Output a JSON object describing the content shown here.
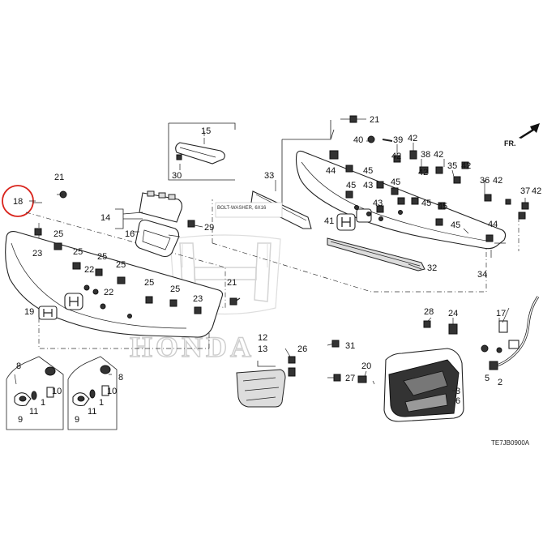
{
  "diagram": {
    "diagram_code": "TE7JB0900A",
    "direction_label": "FR.",
    "watermark": "HONDA",
    "callout_tag": "BOLT-WASHER, 6X16",
    "highlight_color": "#d9241c",
    "labels": {
      "l18": "18",
      "l21a": "21",
      "l25a": "25",
      "l23a": "23",
      "l25b": "25",
      "l25c": "25",
      "l25d": "25",
      "l22a": "22",
      "l22b": "22",
      "l25e": "25",
      "l25f": "25",
      "l21b": "21",
      "l23b": "23",
      "l19": "19",
      "l15": "15",
      "l30": "30",
      "l14": "14",
      "l16": "16",
      "l29": "29",
      "l33": "33",
      "l21c": "21",
      "l40": "40",
      "l39": "39",
      "l42a": "42",
      "l42b": "42",
      "l38": "38",
      "l42c": "42",
      "l44a": "44",
      "l45a": "45",
      "l42d": "42",
      "l35": "35",
      "l42e": "42",
      "l45b": "45",
      "l43a": "43",
      "l36": "36",
      "l42f": "42",
      "l37": "37",
      "l42g": "42",
      "l45c": "45",
      "l45d": "45",
      "l43b": "43",
      "l41": "41",
      "l45e": "45",
      "l45f": "45",
      "l44b": "44",
      "l32": "32",
      "l34": "34",
      "l28": "28",
      "l24": "24",
      "l17": "17",
      "l12": "12",
      "l13": "13",
      "l26": "26",
      "l31": "31",
      "l20": "20",
      "l27": "27",
      "l3": "3",
      "l6": "6",
      "l5": "5",
      "l2": "2",
      "l8a": "8",
      "l10a": "10",
      "l1a": "1",
      "l11a": "11",
      "l9a": "9",
      "l10b": "10",
      "l8b": "8",
      "l1b": "1",
      "l11b": "11",
      "l9b": "9"
    }
  }
}
